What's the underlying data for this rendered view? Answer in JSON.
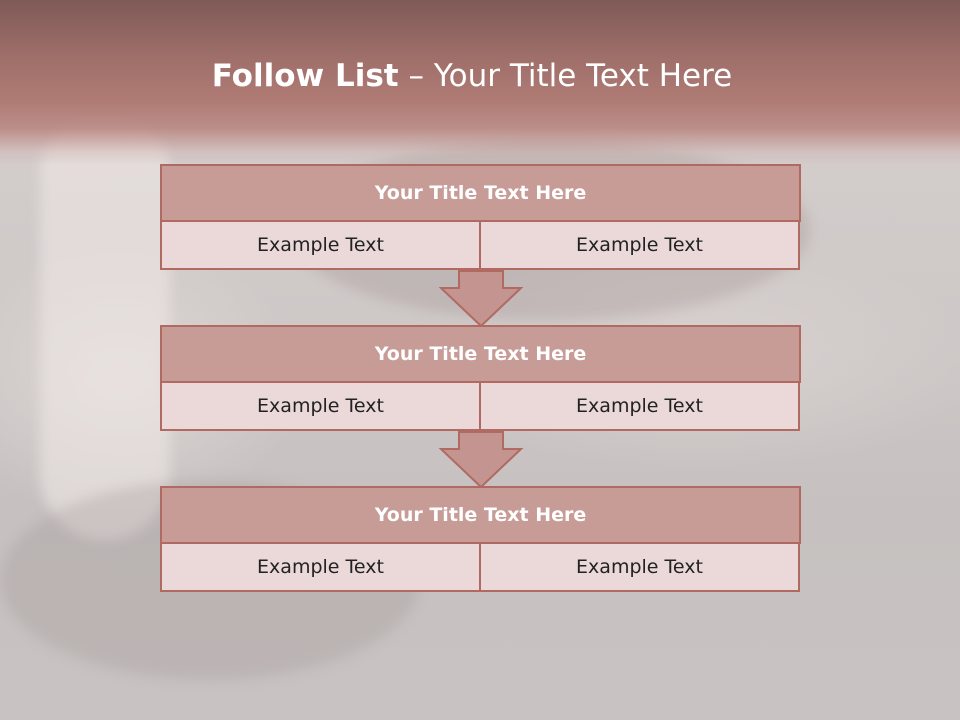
{
  "slide": {
    "title_bold": "Follow List",
    "title_separator": "–",
    "title_rest": "Your Title Text Here"
  },
  "flow": {
    "steps": [
      {
        "title": "Your Title Text Here",
        "left": "Example Text",
        "right": "Example Text"
      },
      {
        "title": "Your Title Text Here",
        "left": "Example Text",
        "right": "Example Text"
      },
      {
        "title": "Your Title Text Here",
        "left": "Example Text",
        "right": "Example Text"
      }
    ]
  },
  "colors": {
    "header_band": "#a8736d",
    "block_title_fill": "#c79b96",
    "cell_fill": "#ead9d8",
    "border": "#b06a62",
    "arrow_fill": "#c49490"
  }
}
